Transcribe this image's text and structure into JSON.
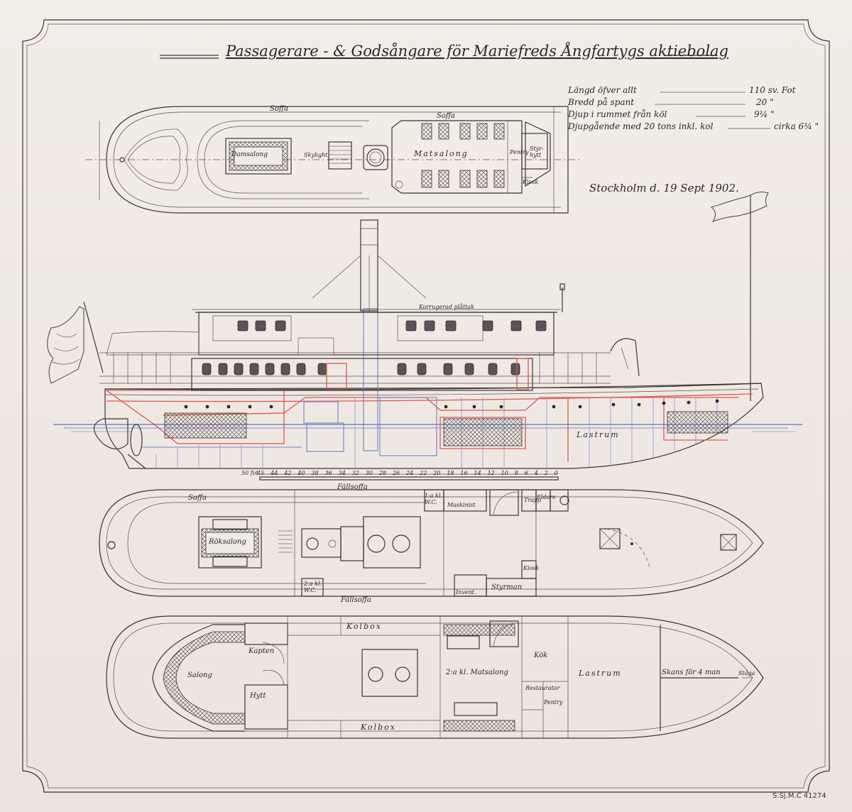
{
  "drawing": {
    "title": "Passagerare - & Godsångare för Mariefreds Ångfartygs aktiebolag",
    "date": "Stockholm d. 19 Sept 1902.",
    "catalog_number": "S.Sj.M.C 41274"
  },
  "specs": [
    {
      "label": "Längd öfver allt",
      "value": "110 sv. Fot"
    },
    {
      "label": "Bredd på spant",
      "value": "20 \""
    },
    {
      "label": "Djup i rummet från köl",
      "value": "9¼ \""
    },
    {
      "label": "Djupgående med 20 tons inkl. kol",
      "value": "cirka 6¾ \""
    }
  ],
  "plan_top_labels": {
    "soffa_left": "Soffa",
    "soffa_right": "Soffa",
    "damsalong": "Damsalong",
    "skylight": "Skylight",
    "matsalong": "Matsalong",
    "pentry": "Pentry",
    "styrhytt": "Styr-hytt",
    "kiosk": "Kiosk"
  },
  "profile_labels": {
    "korrugerad_plat": "Korrugerad plåttak",
    "lastrum": "Lastrum",
    "scale_prefix": "50 fot",
    "scale_ticks": [
      "45",
      "44",
      "42",
      "40",
      "38",
      "36",
      "34",
      "32",
      "30",
      "28",
      "26",
      "24",
      "22",
      "20",
      "18",
      "16",
      "14",
      "12",
      "10",
      "8",
      "6",
      "4",
      "2",
      "0"
    ]
  },
  "plan_mid_labels": {
    "soffa": "Soffa",
    "fallsoffa_top": "Fällsoffa",
    "fallsoffa_bottom": "Fällsoffa",
    "wc_top": "1:a kl. W.C.",
    "wc_bottom": "2:a kl. W.C.",
    "maskinist": "Maskinist",
    "rokssalong": "Röksalong",
    "eldare": "Eldare",
    "kiosk": "Kiosk",
    "inventarier": "Invent.",
    "styrman": "Styrman",
    "trapp": "Trapp"
  },
  "plan_bottom_labels": {
    "kolbox_top": "Kolbox",
    "kolbox_bottom": "Kolbox",
    "kaptein": "Kapten",
    "salong": "Salong",
    "hytt": "Hytt",
    "matsalong2": "2:a kl. Matsalong",
    "kok": "Kök",
    "restaurator": "Restaurator",
    "pentry": "Pentry",
    "lastrum": "Lastrum",
    "skans": "Skans för 4 man",
    "forpik": "Stäga"
  }
}
